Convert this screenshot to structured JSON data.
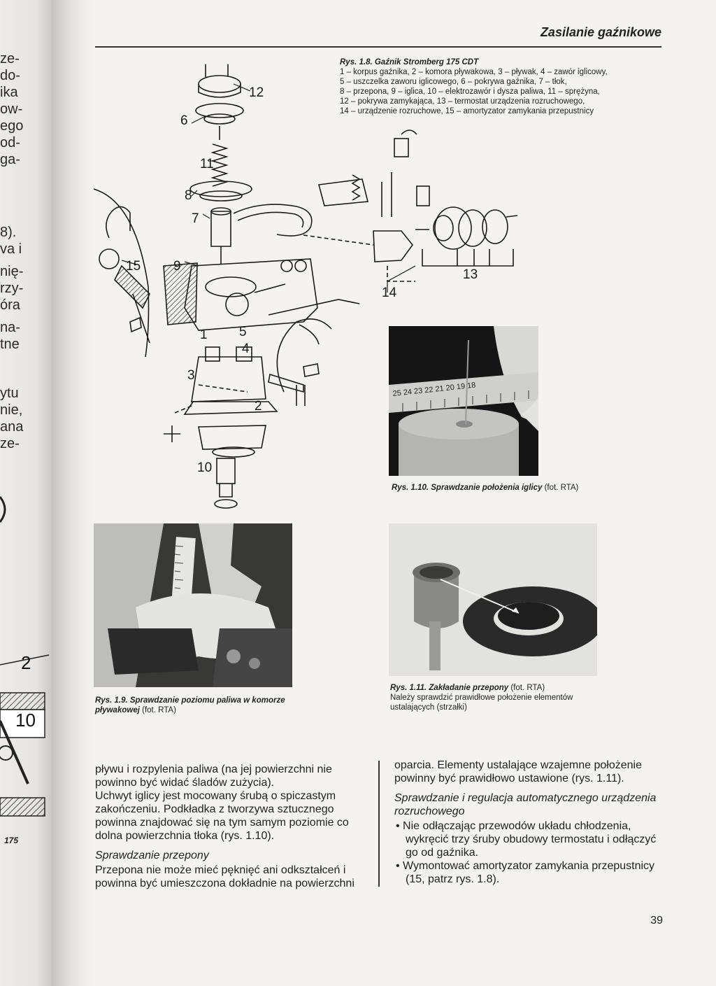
{
  "header": {
    "title": "Zasilanie gaźnikowe"
  },
  "previous_page": {
    "fragments": [
      "ze-",
      "do-",
      "ika",
      "ow-",
      "ego",
      "od-",
      "ga-",
      "8).",
      "va i",
      "nię-",
      "rzy-",
      "óra",
      "na-",
      "tne",
      "ytu",
      "nie,",
      "ana",
      "ze-"
    ],
    "diagram_labels": [
      "2",
      "10"
    ],
    "page_number": "175"
  },
  "figure_1_8": {
    "label": "Rys. 1.8. Gaźnik Stromberg 175 CDT",
    "legend_lines": [
      "1 – korpus gaźnika, 2 – komora pływakowa, 3 – pływak, 4 – zawór iglicowy,",
      "5 – uszczelka zaworu iglicowego, 6 – pokrywa gaźnika, 7 – tłok,",
      "8 – przepona, 9 – iglica, 10 – elektrozawór i dysza paliwa, 11 – sprężyna,",
      "12 – pokrywa zamykająca, 13 – termostat urządzenia rozruchowego,",
      "14 – urządzenie rozruchowe, 15 – amortyzator zamykania przepustnicy"
    ],
    "part_numbers": {
      "n1": "1",
      "n2": "2",
      "n3": "3",
      "n4": "4",
      "n5": "5",
      "n6": "6",
      "n7": "7",
      "n8": "8",
      "n9": "9",
      "n10": "10",
      "n11": "11",
      "n12": "12",
      "n13": "13",
      "n14": "14",
      "n15": "15"
    }
  },
  "figure_1_9": {
    "label": "Rys. 1.9. Sprawdzanie poziomu paliwa w komorze pływakowej",
    "credit": "(fot. RTA)"
  },
  "figure_1_10": {
    "label": "Rys. 1.10. Sprawdzanie położenia iglicy",
    "credit": "(fot. RTA)",
    "ruler_numbers": "25 24 23 22 21 20 19 18"
  },
  "figure_1_11": {
    "label": "Rys. 1.11. Zakładanie przepony",
    "credit": "(fot. RTA)",
    "note_line_1": "Należy sprawdzić prawidłowe położenie elementów",
    "note_line_2": "ustalających (strzałki)"
  },
  "left_column": {
    "p1": "pływu i rozpylenia paliwa (na jej powierzchni nie powinno być widać śladów zużycia).",
    "p2": "Uchwyt iglicy jest mocowany śrubą o spiczastym zakończeniu. Podkładka z tworzywa sztucznego powinna znajdować się na tym samym poziomie co dolna powierzchnia tłoka (rys. 1.10).",
    "heading": "Sprawdzanie przepony",
    "p3": "Przepona nie może mieć pęknięć ani odkształceń i powinna być umieszczona dokładnie na powierzchni"
  },
  "right_column": {
    "p1": "oparcia. Elementy ustalające wzajemne położenie powinny być prawidłowo ustawione (rys. 1.11).",
    "heading": "Sprawdzanie i regulacja automatycznego urządzenia rozruchowego",
    "bullet1": "Nie odłączając przewodów układu chłodzenia, wykręcić trzy śruby obudowy termostatu i odłączyć go od gaźnika.",
    "bullet2": "Wymontować amortyzator zamykania przepustnicy (15, patrz rys. 1.8)."
  },
  "page_number": "39"
}
